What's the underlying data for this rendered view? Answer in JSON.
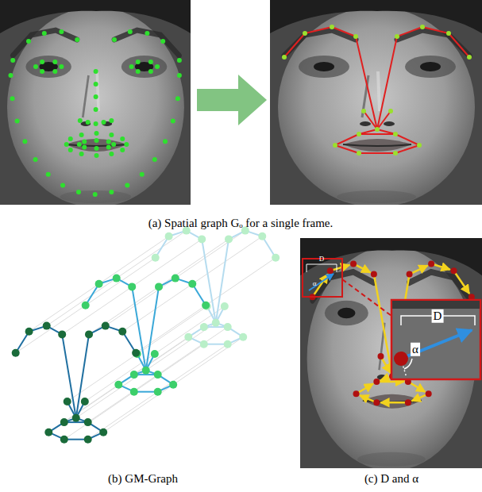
{
  "diagram": {
    "labels": [
      "(a) Spatial graph Gₒ for a single frame.",
      "(b) GM-Graph",
      "(c) D and α",
      "D",
      "α",
      "D",
      "α"
    ]
  }
}
